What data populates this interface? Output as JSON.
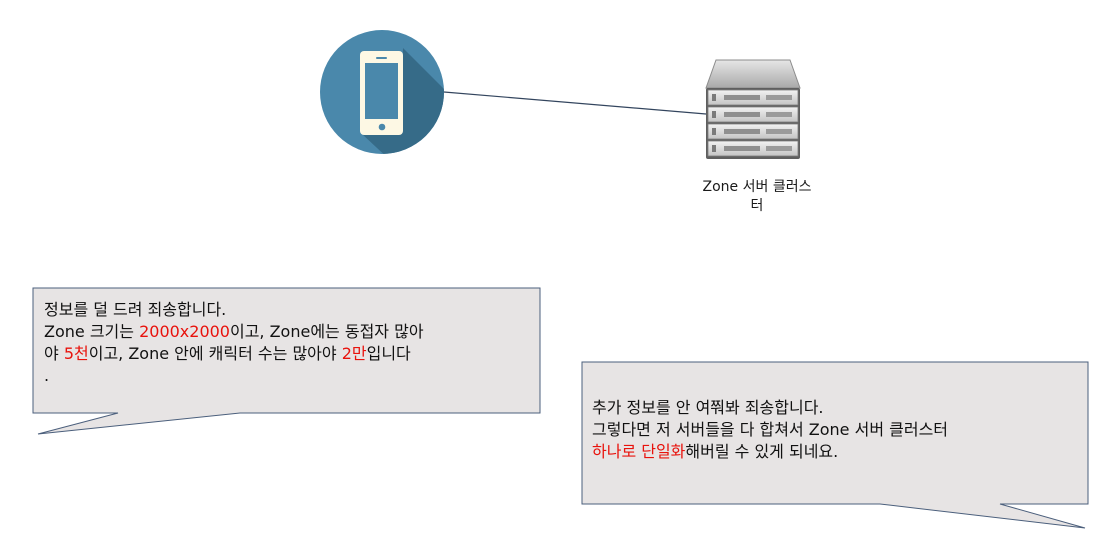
{
  "colors": {
    "phone_circle": "#4a88ab",
    "phone_shadow": "#366b88",
    "phone_body": "#fdf8e4",
    "callout_fill": "#e7e4e4",
    "callout_border": "#4b5f7c",
    "connector": "#33455e",
    "highlight": "#e8120c"
  },
  "icons": {
    "client": "smartphone-icon",
    "server": "server-rack-icon"
  },
  "server": {
    "label_line1": "Zone 서버 클러스",
    "label_line2": "터"
  },
  "callout_left": {
    "line1": "정보를 덜 드려 죄송합니다.",
    "line2_a": "Zone 크기는 ",
    "line2_b": "2000x2000",
    "line2_c": "이고, Zone에는 동접자 많아",
    "line3_a": "야 ",
    "line3_b": "5천",
    "line3_c": "이고, Zone 안에 캐릭터 수는 많아야 ",
    "line3_d": "2만",
    "line3_e": "입니다",
    "line4": "."
  },
  "callout_right": {
    "line1": "추가 정보를 안 여쭤봐 죄송합니다.",
    "line2": "그렇다면 저 서버들을 다 합쳐서 Zone 서버 클러스터",
    "line3_a": "하나로 단일화",
    "line3_b": "해버릴 수 있게 되네요."
  }
}
